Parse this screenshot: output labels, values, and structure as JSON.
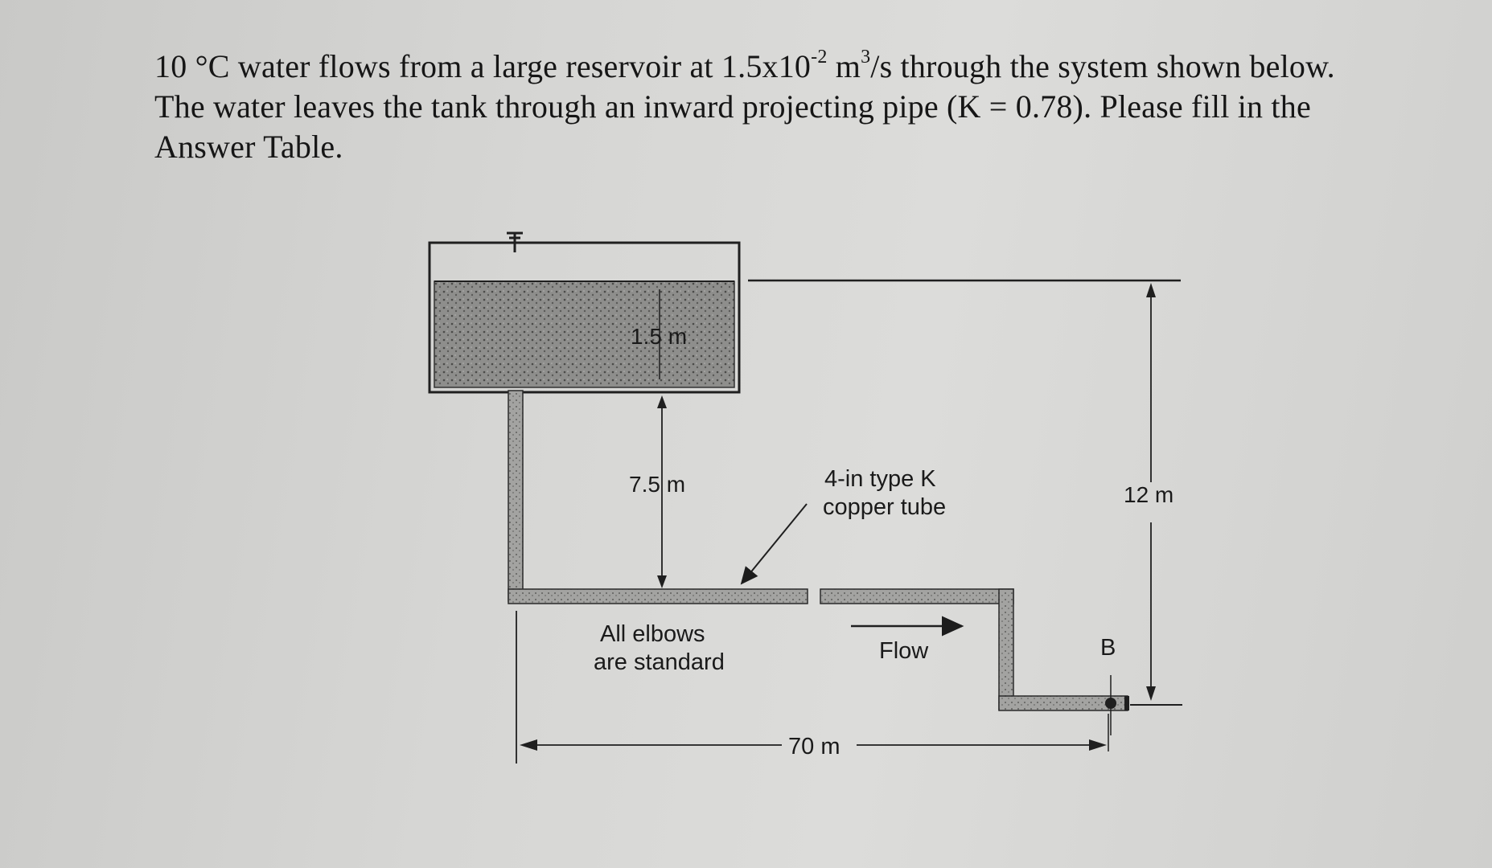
{
  "problem": {
    "line1_a": "10 °C water flows from a large reservoir at 1.5x10",
    "line1_exp": "-2",
    "line1_b": " m",
    "line1_exp2": "3",
    "line1_c": "/s through the system shown below.",
    "line2": "The water leaves the tank through an inward projecting pipe (K = 0.78).  Please fill in the",
    "line3": "Answer Table."
  },
  "diagram": {
    "depth_label": "1.5 m",
    "drop_label": "7.5 m",
    "tube_label_line1": "4-in type K",
    "tube_label_line2": "copper tube",
    "height_label": "12 m",
    "elbows_line1": "All elbows",
    "elbows_line2": "are standard",
    "flow_label": "Flow",
    "point_label": "B",
    "length_label": "70 m"
  }
}
